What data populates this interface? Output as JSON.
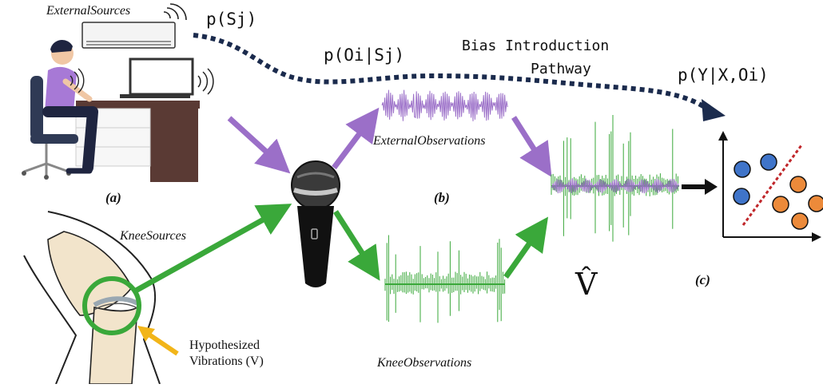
{
  "labels": {
    "external_sources": "ExternalSources",
    "knee_sources": "KneeSources",
    "external_observations": "ExternalObservations",
    "knee_observations": "KneeObservations",
    "bias_pathway_line1": "Bias Introduction",
    "bias_pathway_line2": "Pathway",
    "hypothesized_line1": "Hypothesized",
    "hypothesized_line2": "Vibrations (V)",
    "panel_a": "(a)",
    "panel_b": "(b)",
    "panel_c": "(c)",
    "v_hat": "V̂"
  },
  "formulas": {
    "p_s": "p(Sj)",
    "p_o_given_s": "p(Oi|Sj)",
    "p_y_given_x_o": "p(Y|X,Oi)"
  },
  "colors": {
    "purple": "#9b6fc8",
    "green": "#3aa83a",
    "navy": "#1b2b4d",
    "gold": "#f2b519",
    "dot_blue": "#3f74c9",
    "dot_orange": "#ec8a3a",
    "separator_red": "#c0262a"
  },
  "scatter": {
    "blue_count": 3,
    "orange_count": 4
  }
}
